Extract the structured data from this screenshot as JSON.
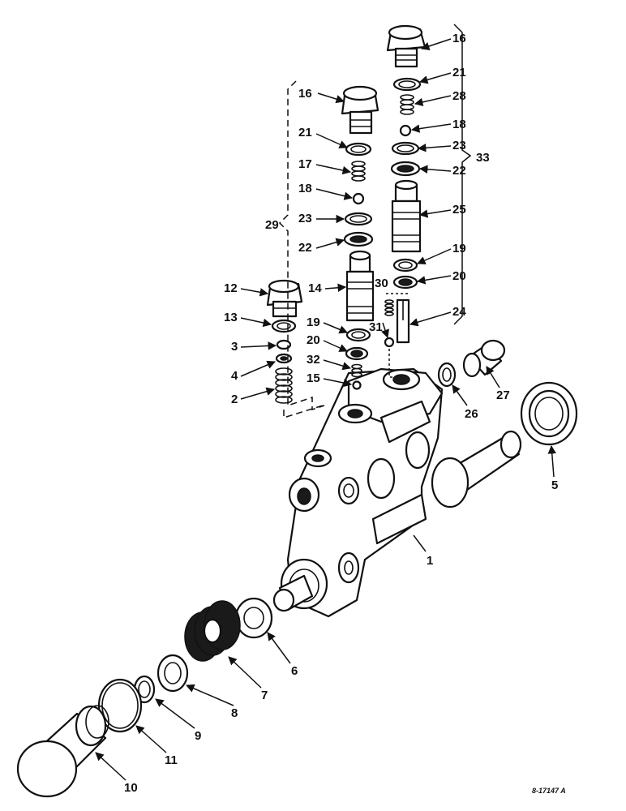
{
  "diagram": {
    "reference_code": "8-17147 A",
    "colors": {
      "ink": "#111111",
      "paper": "#ffffff"
    },
    "callouts": [
      "1",
      "2",
      "3",
      "4",
      "5",
      "6",
      "7",
      "8",
      "9",
      "10",
      "11",
      "12",
      "13",
      "14",
      "15",
      "16",
      "16",
      "17",
      "18",
      "18",
      "19",
      "19",
      "20",
      "20",
      "21",
      "21",
      "22",
      "22",
      "23",
      "23",
      "24",
      "25",
      "26",
      "27",
      "28",
      "29",
      "30",
      "31",
      "32",
      "33"
    ]
  }
}
